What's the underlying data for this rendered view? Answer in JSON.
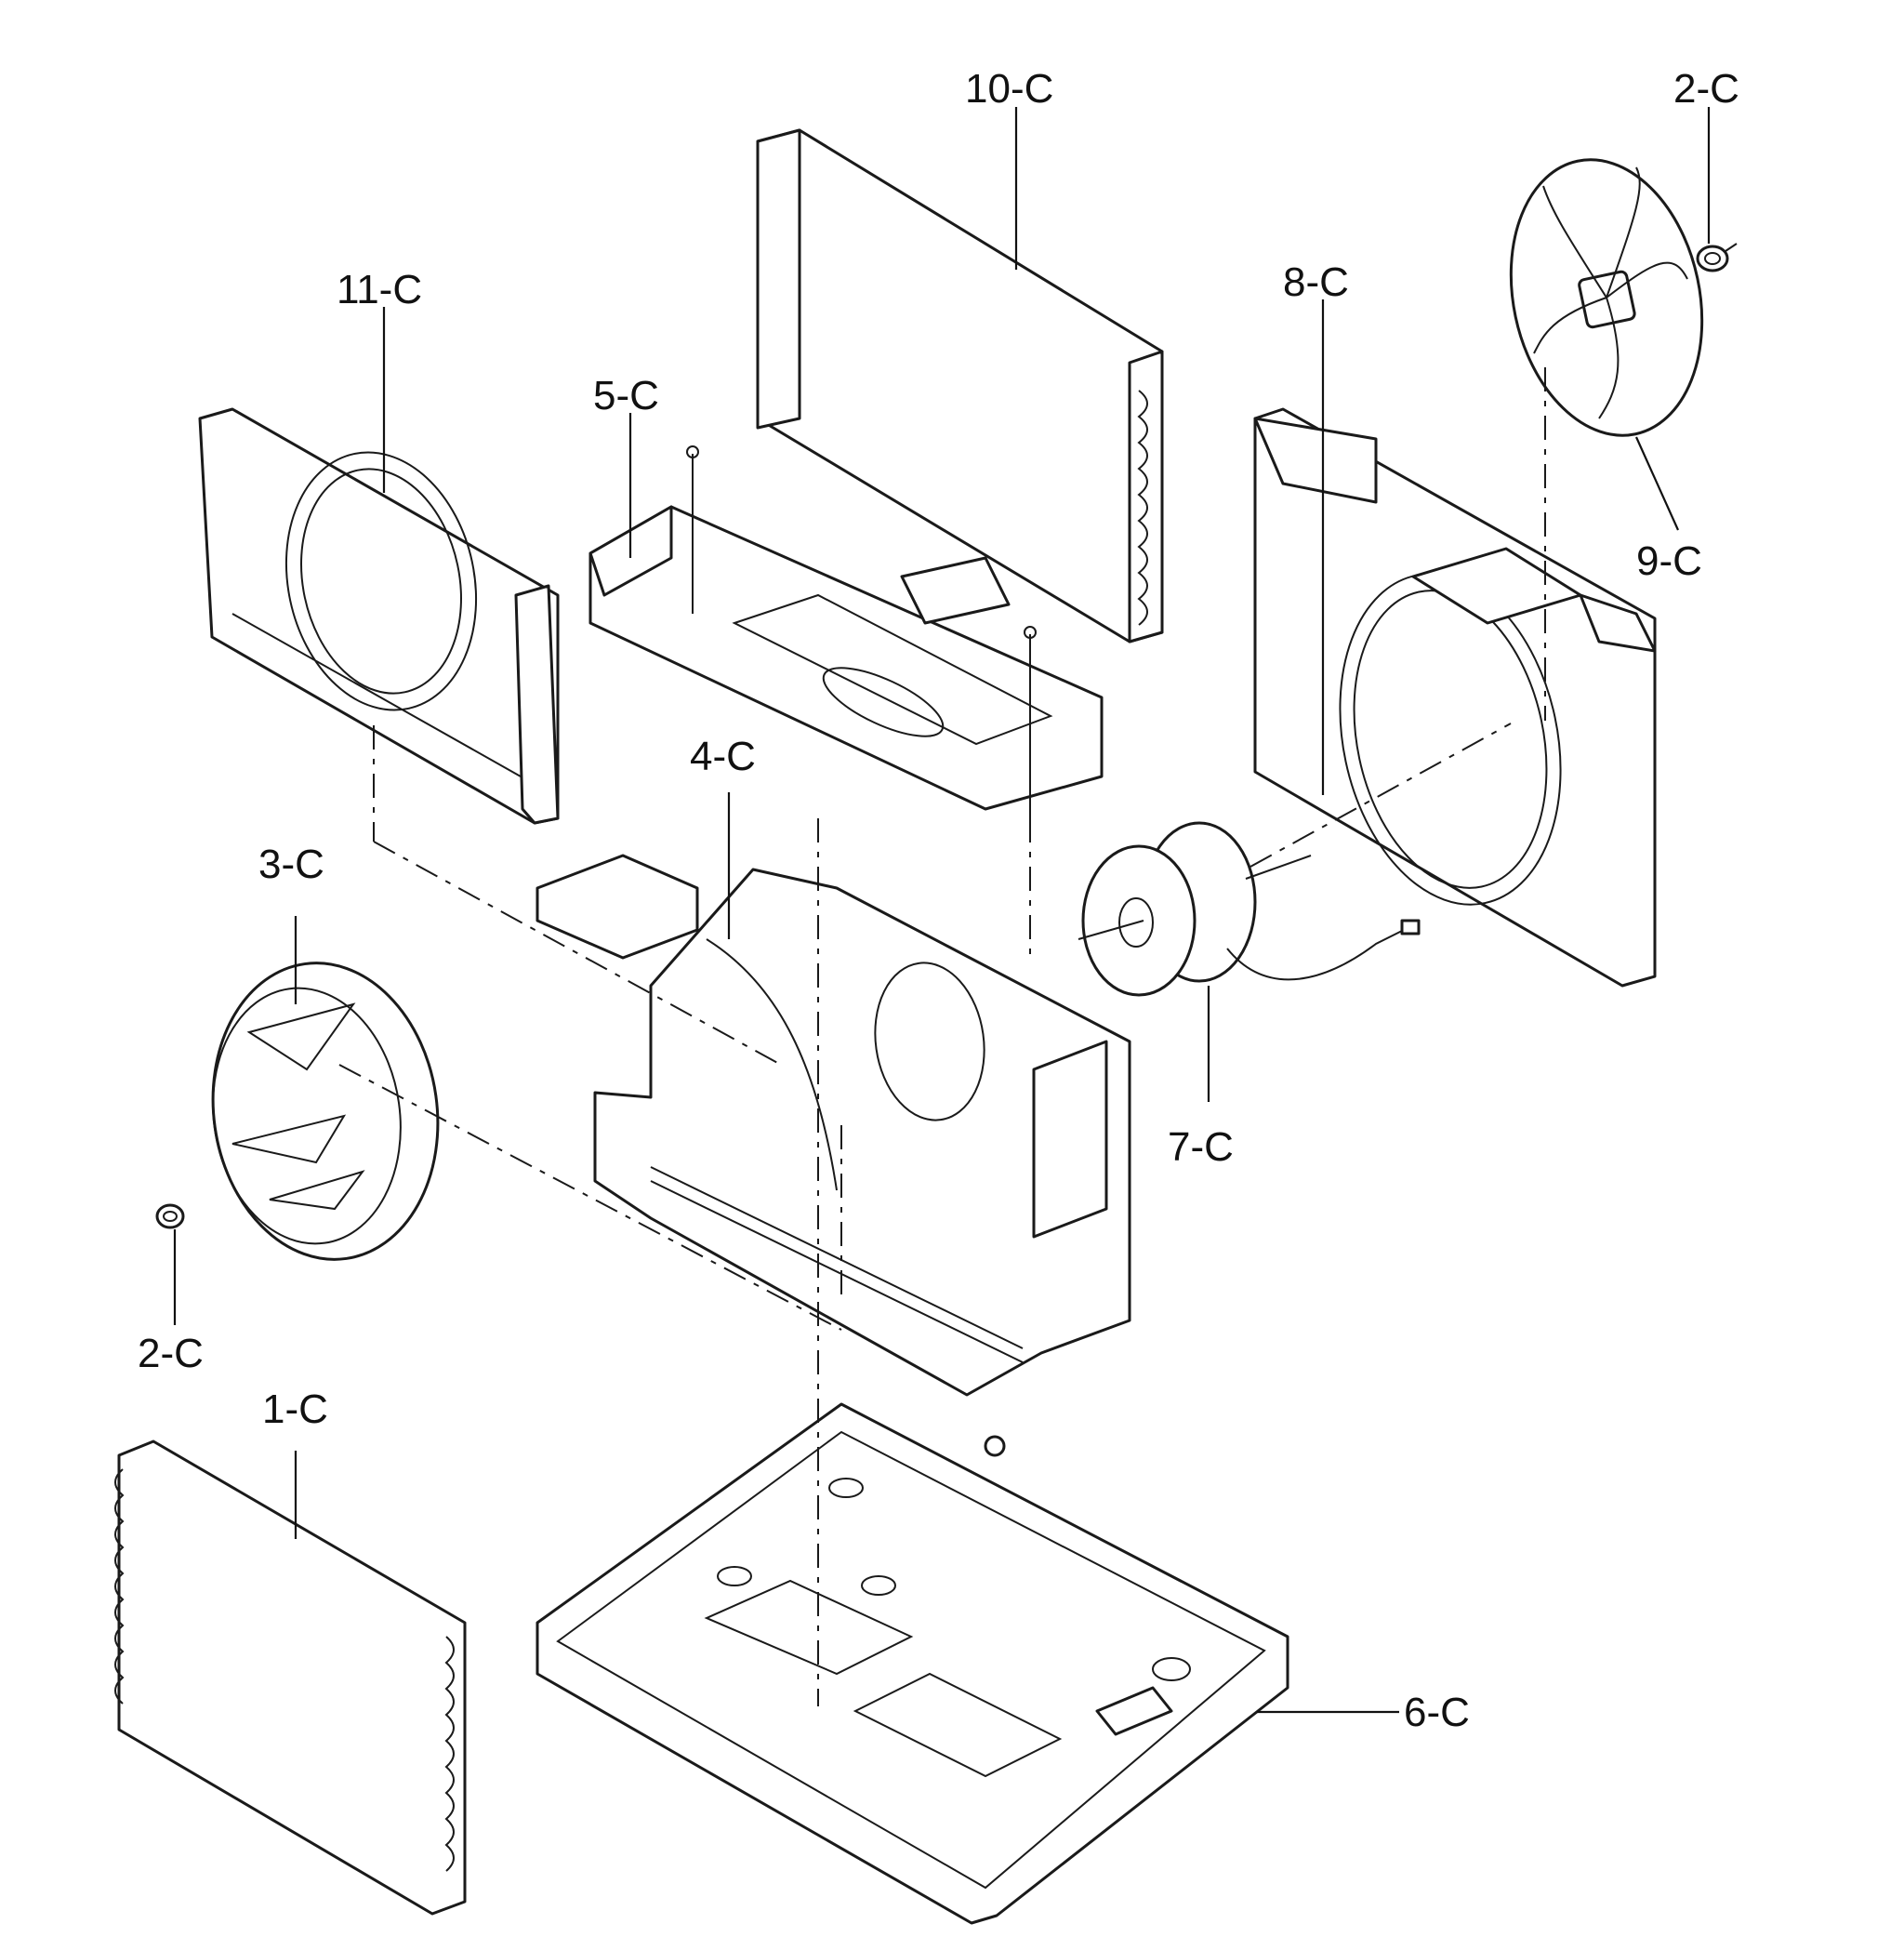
{
  "callouts": [
    {
      "id": "10c",
      "text": "10-C"
    },
    {
      "id": "2c-top",
      "text": "2-C"
    },
    {
      "id": "11c",
      "text": "11-C"
    },
    {
      "id": "8c",
      "text": "8-C"
    },
    {
      "id": "5c",
      "text": "5-C"
    },
    {
      "id": "9c",
      "text": "9-C"
    },
    {
      "id": "4c",
      "text": "4-C"
    },
    {
      "id": "3c",
      "text": "3-C"
    },
    {
      "id": "7c",
      "text": "7-C"
    },
    {
      "id": "2c-bottom",
      "text": "2-C"
    },
    {
      "id": "1c",
      "text": "1-C"
    },
    {
      "id": "6c",
      "text": "6-C"
    }
  ]
}
